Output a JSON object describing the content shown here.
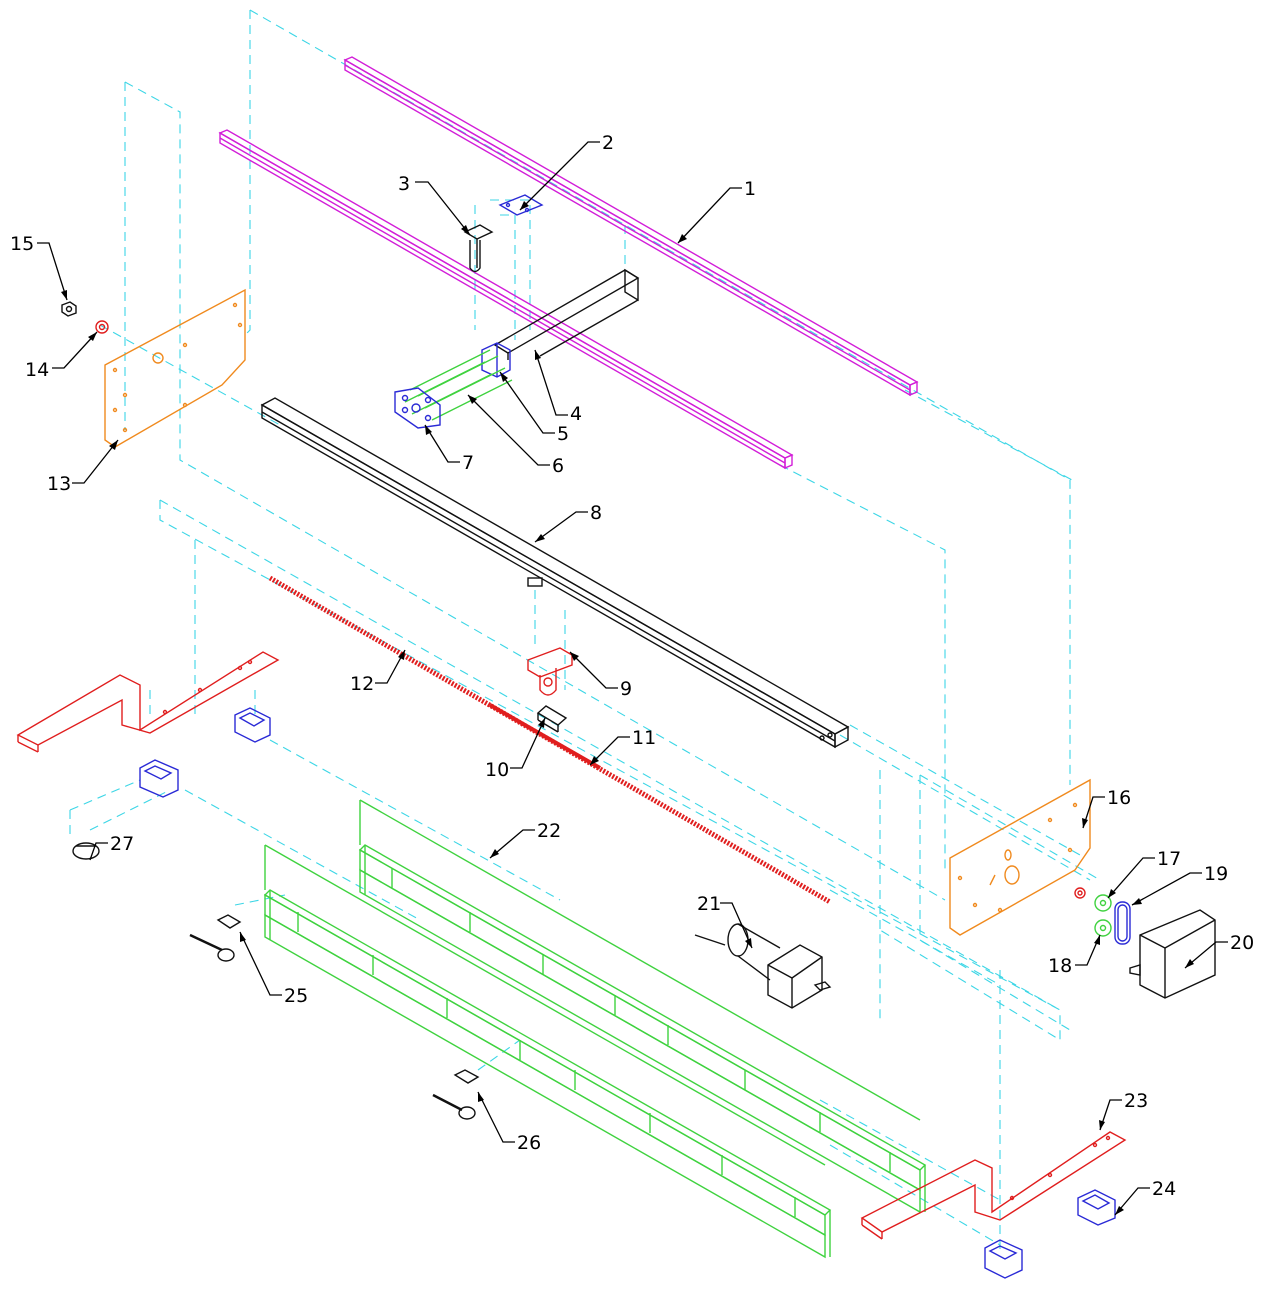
{
  "colors": {
    "magenta": "#d21ed8",
    "black": "#111111",
    "blue": "#2a2ad6",
    "green": "#3fd23f",
    "orange": "#f08a1e",
    "red": "#e01e1e",
    "cyan_dash": "#3cd6e6"
  },
  "callouts": [
    {
      "id": "1",
      "label": "1"
    },
    {
      "id": "2",
      "label": "2"
    },
    {
      "id": "3",
      "label": "3"
    },
    {
      "id": "4",
      "label": "4"
    },
    {
      "id": "5",
      "label": "5"
    },
    {
      "id": "6",
      "label": "6"
    },
    {
      "id": "7",
      "label": "7"
    },
    {
      "id": "8",
      "label": "8"
    },
    {
      "id": "9",
      "label": "9"
    },
    {
      "id": "10",
      "label": "10"
    },
    {
      "id": "11",
      "label": "11"
    },
    {
      "id": "12",
      "label": "12"
    },
    {
      "id": "13",
      "label": "13"
    },
    {
      "id": "14",
      "label": "14"
    },
    {
      "id": "15",
      "label": "15"
    },
    {
      "id": "16",
      "label": "16"
    },
    {
      "id": "17",
      "label": "17"
    },
    {
      "id": "18",
      "label": "18"
    },
    {
      "id": "19",
      "label": "19"
    },
    {
      "id": "20",
      "label": "20"
    },
    {
      "id": "21",
      "label": "21"
    },
    {
      "id": "22",
      "label": "22"
    },
    {
      "id": "23",
      "label": "23"
    },
    {
      "id": "24",
      "label": "24"
    },
    {
      "id": "25",
      "label": "25"
    },
    {
      "id": "26",
      "label": "26"
    },
    {
      "id": "27",
      "label": "27"
    }
  ]
}
